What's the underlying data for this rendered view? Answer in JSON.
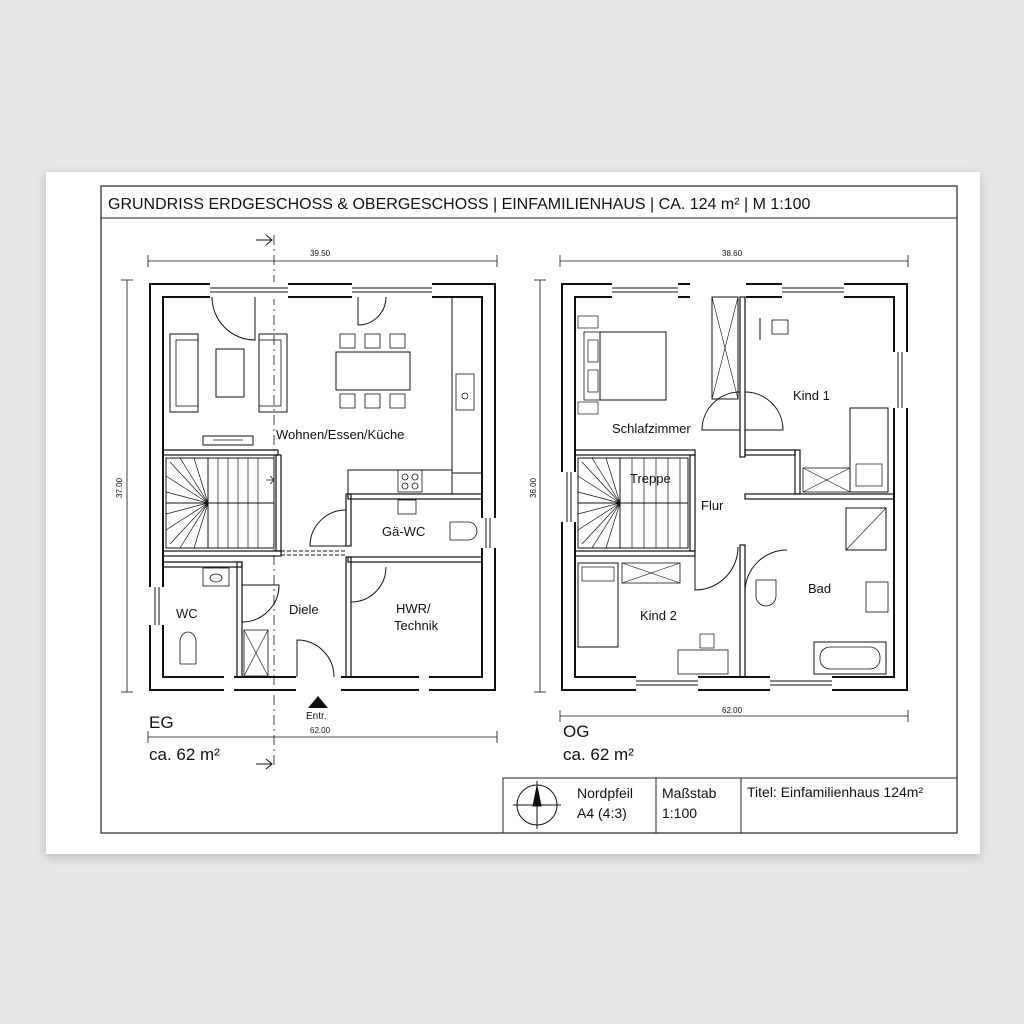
{
  "sheet": {
    "title": "GRUNDRISS ERDGESCHOSS & OBERGESCHOSS | EINFAMILIENHAUS | CA. 124 m² | M 1:100"
  },
  "eg": {
    "level": "EG",
    "area": "ca. 62 m²",
    "dim_top": "39.50",
    "dim_side": "37.00",
    "dim_bottom": "62.00",
    "entrance": "Entr.",
    "rooms": {
      "wohnen": "Wohnen/Essen/Küche",
      "gaewc": "Gä-WC",
      "wc": "WC",
      "diele": "Diele",
      "hwr_1": "HWR/",
      "hwr_2": "Technik"
    }
  },
  "og": {
    "level": "OG",
    "area": "ca. 62 m²",
    "dim_top": "38.60",
    "dim_side": "36.00",
    "dim_bottom": "62.00",
    "rooms": {
      "schlafzimmer": "Schlafzimmer",
      "kind1": "Kind 1",
      "treppe": "Treppe",
      "flur": "Flur",
      "bad": "Bad",
      "kind2": "Kind 2"
    }
  },
  "title_block": {
    "north": "Nordpfeil",
    "format": "A4 (4:3)",
    "scale_label": "Maßstab",
    "scale_value": "1:100",
    "title": "Titel: Einfamilienhaus 124m²"
  },
  "icons": {
    "north_arrow": "north-arrow-icon",
    "entrance_arrow": "entrance-arrow-icon"
  }
}
